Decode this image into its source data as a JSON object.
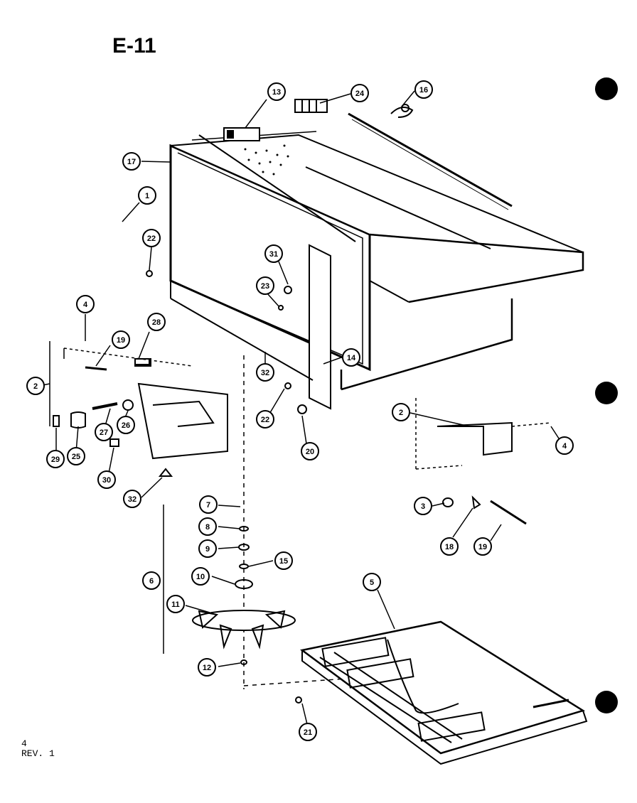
{
  "page": {
    "title": "E-11",
    "footer_page": "4",
    "footer_rev": "REV. 1"
  },
  "callouts": [
    {
      "id": "c13",
      "label": "13"
    },
    {
      "id": "c24",
      "label": "24"
    },
    {
      "id": "c16",
      "label": "16"
    },
    {
      "id": "c17",
      "label": "17"
    },
    {
      "id": "c1",
      "label": "1"
    },
    {
      "id": "c22a",
      "label": "22"
    },
    {
      "id": "c31",
      "label": "31"
    },
    {
      "id": "c23",
      "label": "23"
    },
    {
      "id": "c4a",
      "label": "4"
    },
    {
      "id": "c28",
      "label": "28"
    },
    {
      "id": "c19a",
      "label": "19"
    },
    {
      "id": "c2a",
      "label": "2"
    },
    {
      "id": "c14",
      "label": "14"
    },
    {
      "id": "c32a",
      "label": "32"
    },
    {
      "id": "c22b",
      "label": "22"
    },
    {
      "id": "c20a",
      "label": "20"
    },
    {
      "id": "c27",
      "label": "27"
    },
    {
      "id": "c26",
      "label": "26"
    },
    {
      "id": "c29",
      "label": "29"
    },
    {
      "id": "c25",
      "label": "25"
    },
    {
      "id": "c30",
      "label": "30"
    },
    {
      "id": "c32b",
      "label": "32"
    },
    {
      "id": "c2b",
      "label": "2"
    },
    {
      "id": "c4b",
      "label": "4"
    },
    {
      "id": "c3",
      "label": "3"
    },
    {
      "id": "c18",
      "label": "18"
    },
    {
      "id": "c19b",
      "label": "19"
    },
    {
      "id": "c7",
      "label": "7"
    },
    {
      "id": "c8",
      "label": "8"
    },
    {
      "id": "c9",
      "label": "9"
    },
    {
      "id": "c15",
      "label": "15"
    },
    {
      "id": "c10",
      "label": "10"
    },
    {
      "id": "c6",
      "label": "6"
    },
    {
      "id": "c11",
      "label": "11"
    },
    {
      "id": "c5",
      "label": "5"
    },
    {
      "id": "c12",
      "label": "12"
    },
    {
      "id": "c21",
      "label": "21"
    }
  ]
}
